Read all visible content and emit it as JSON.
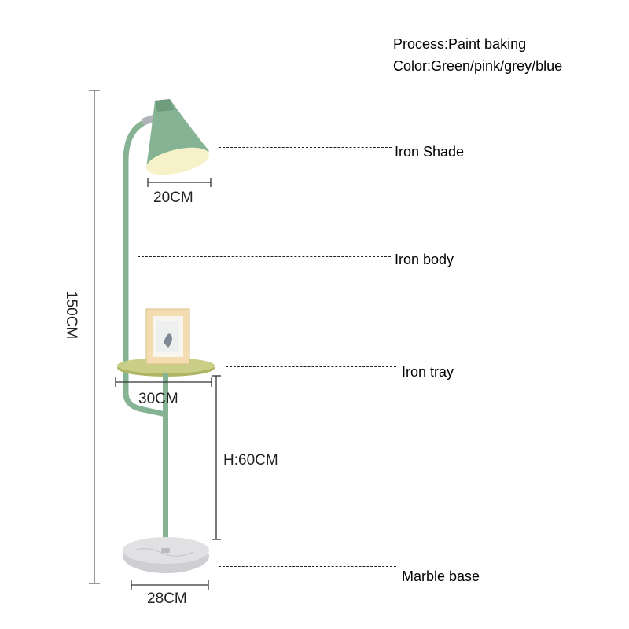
{
  "info": {
    "process": "Process:Paint baking",
    "color": "Color:Green/pink/grey/blue"
  },
  "callouts": {
    "shade": "Iron Shade",
    "body": "Iron body",
    "tray": "Iron tray",
    "base": "Marble base"
  },
  "dimensions": {
    "height_total": "150CM",
    "shade_width": "20CM",
    "tray_width": "30CM",
    "tray_height": "H:60CM",
    "base_width": "28CM"
  },
  "colors": {
    "lamp_green": "#86b393",
    "lamp_green_dark": "#6e9c7c",
    "shade_inner": "#f6f1c8",
    "tray_top": "#c9cf86",
    "marble": "#d9d9dc",
    "frame": "#f3ddb0"
  }
}
